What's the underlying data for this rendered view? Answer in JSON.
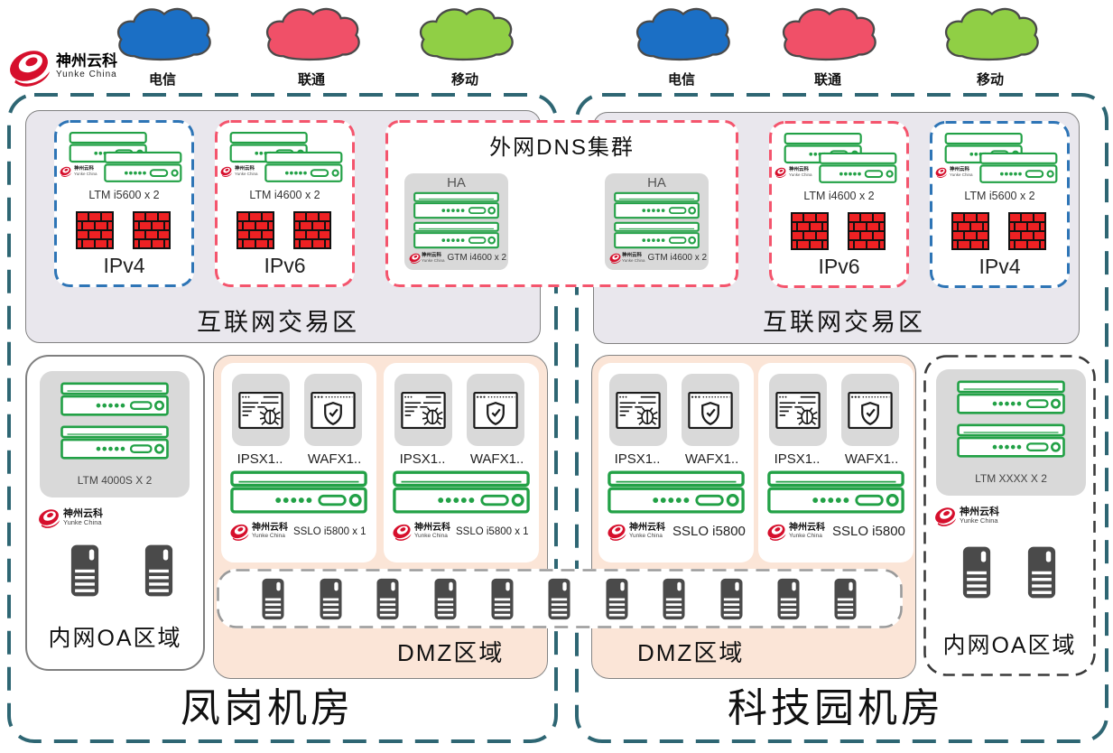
{
  "logo": {
    "title": "神州云科",
    "subtitle": "Yunke China"
  },
  "clouds": [
    {
      "label": "电信",
      "color": "#1b6fc5"
    },
    {
      "label": "联通",
      "color": "#f05068"
    },
    {
      "label": "移动",
      "color": "#90cf45"
    }
  ],
  "datacenters": {
    "left": "凤岗机房",
    "right": "科技园机房"
  },
  "internet_zone": {
    "label": "互联网交易区"
  },
  "ip_boxes": [
    {
      "type_label": "IPv4",
      "device_label": "LTM i5600 x 2"
    },
    {
      "type_label": "IPv6",
      "device_label": "LTM i4600 x 2"
    },
    {
      "type_label": "IPv6",
      "device_label": "LTM i4600 x 2"
    },
    {
      "type_label": "IPv4",
      "device_label": "LTM i5600 x 2"
    }
  ],
  "dns": {
    "title": "外网DNS集群",
    "ha_label": "HA",
    "gtm_label": "GTM i4600 x 2"
  },
  "oa": {
    "label": "内网OA区域",
    "left_device": "LTM 4000S X 2",
    "right_device": "LTM XXXX X 2"
  },
  "dmz": {
    "label": "DMZ区域",
    "ips_label": "IPSX1..",
    "waf_label": "WAFX1..",
    "sslo_left": "SSLO i5800 x 1",
    "sslo_right": "SSLO i5800"
  },
  "colors": {
    "teal_border": "#2e6673",
    "zone_gray": "#e9e7ed",
    "peach": "#fbe5d7",
    "green_device": "#22a146",
    "firewall_red": "#ee2123",
    "blue_dash": "#2e75b6",
    "red_dash": "#f4556d",
    "logo_red": "#d60f2c"
  },
  "icons": [
    "cloud-icon",
    "swirl-logo-icon",
    "appliance-icon",
    "firewall-icon",
    "server-icon",
    "ips-browser-bug-icon",
    "waf-browser-shield-icon"
  ]
}
